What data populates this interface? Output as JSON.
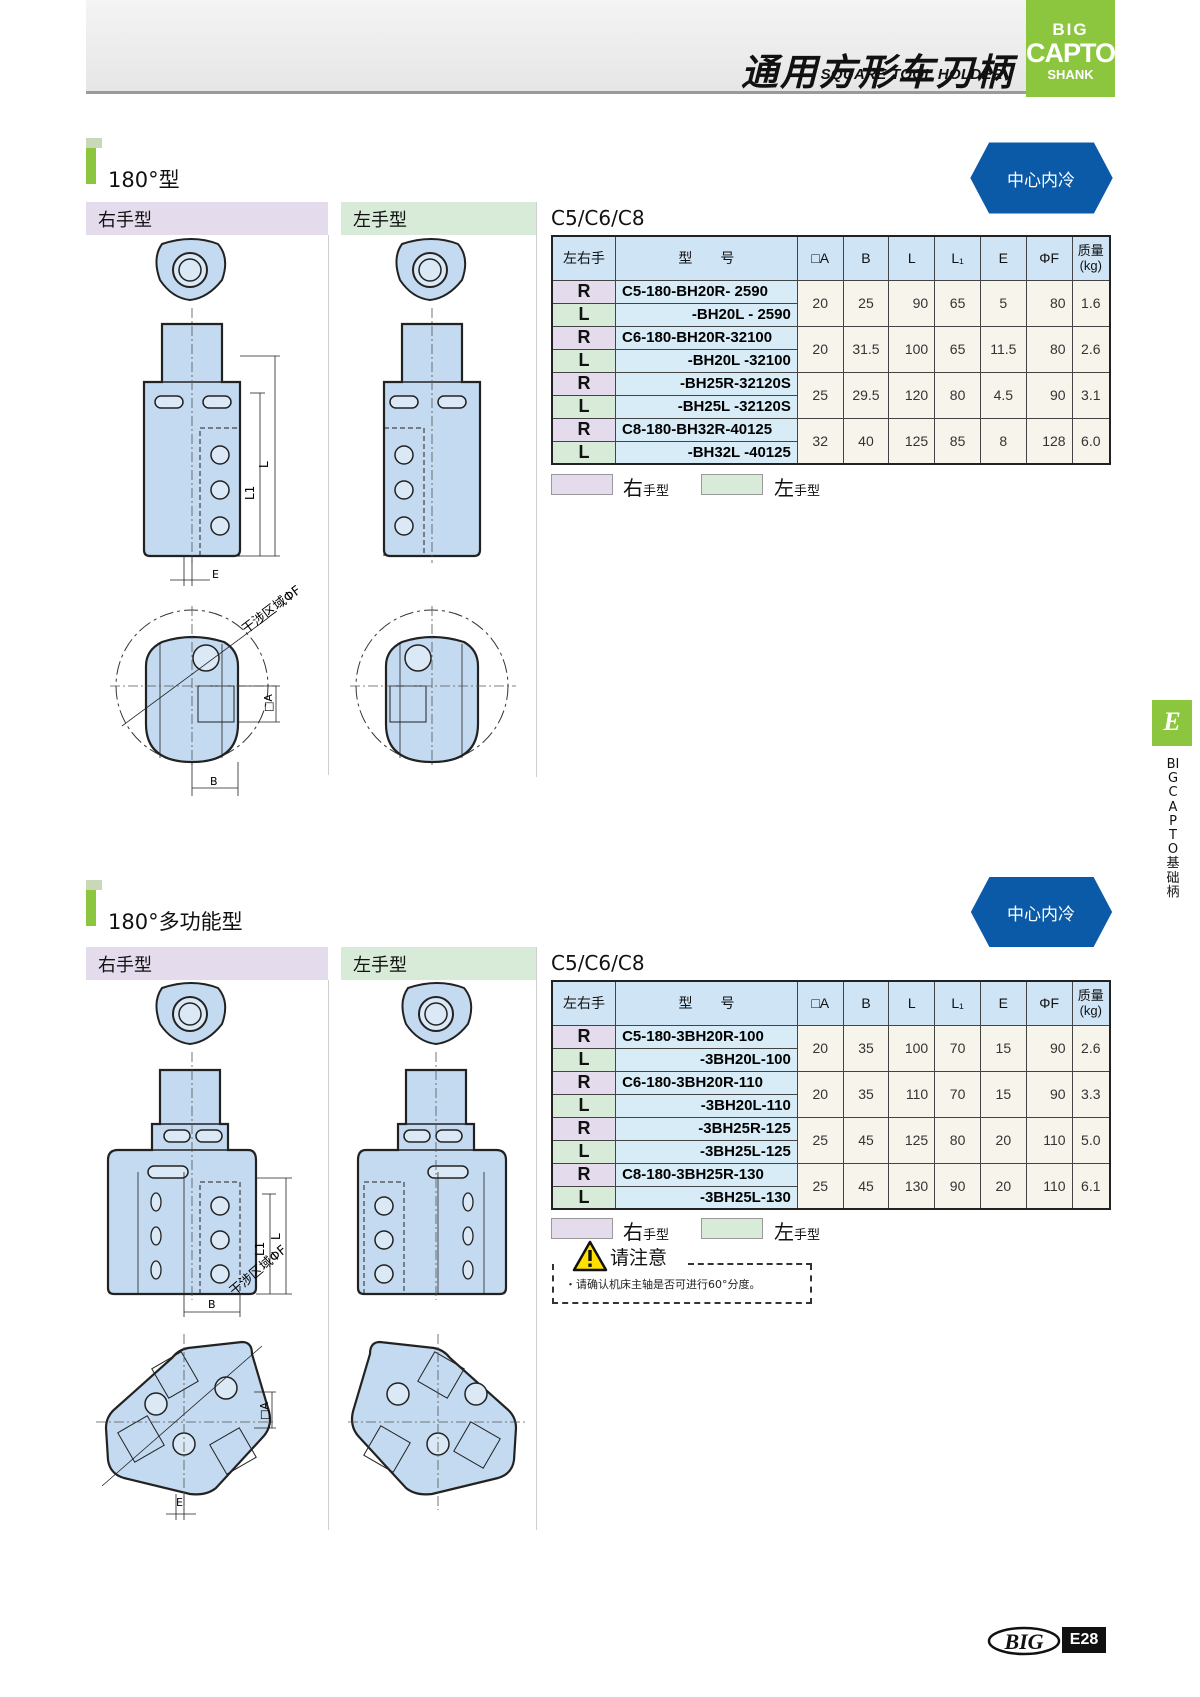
{
  "header": {
    "title_en": "SQUARE TOOL HOLDER",
    "title_zh": "通用方形车刀柄"
  },
  "badge": {
    "line1": "BIG",
    "line2": "CAPTO",
    "line3": "SHANK"
  },
  "sections": [
    {
      "title": "180°型",
      "right_label": "右手型",
      "left_label": "左手型",
      "series": "C5/C6/C8",
      "cooling": "中心内冷",
      "dims": {
        "phiF": "干涉区域ΦF",
        "A": "□A",
        "B": "B",
        "E": "E",
        "L": "L",
        "L1": "L1"
      },
      "table": {
        "headers": [
          "左右手",
          "型　　号",
          "□A",
          "B",
          "L",
          "L₁",
          "E",
          "ΦF",
          "质量",
          "(kg)"
        ],
        "groups": [
          {
            "rows": [
              [
                "R",
                "C5-180-BH20R- 2590"
              ],
              [
                "L",
                "-BH20L - 2590"
              ]
            ],
            "A": "20",
            "B": "25",
            "L": "90",
            "L1": "65",
            "E": "5",
            "F": "80",
            "mass": "1.6"
          },
          {
            "rows": [
              [
                "R",
                "C6-180-BH20R-32100"
              ],
              [
                "L",
                "-BH20L -32100"
              ]
            ],
            "A": "20",
            "B": "31.5",
            "L": "100",
            "L1": "65",
            "E": "11.5",
            "F": "80",
            "mass": "2.6"
          },
          {
            "rows": [
              [
                "R",
                "-BH25R-32120S"
              ],
              [
                "L",
                "-BH25L -32120S"
              ]
            ],
            "A": "25",
            "B": "29.5",
            "L": "120",
            "L1": "80",
            "E": "4.5",
            "F": "90",
            "mass": "3.1"
          },
          {
            "rows": [
              [
                "R",
                "C8-180-BH32R-40125"
              ],
              [
                "L",
                "-BH32L -40125"
              ]
            ],
            "A": "32",
            "B": "40",
            "L": "125",
            "L1": "85",
            "E": "8",
            "F": "128",
            "mass": "6.0"
          }
        ]
      },
      "legend": {
        "right": "右",
        "right_small": "手型",
        "left": "左",
        "left_small": "手型"
      }
    },
    {
      "title": "180°多功能型",
      "right_label": "右手型",
      "left_label": "左手型",
      "series": "C5/C6/C8",
      "cooling": "中心内冷",
      "dims": {
        "phiF": "干涉区域ΦF",
        "A": "□A",
        "B": "B",
        "E": "E",
        "L": "L",
        "L1": "L1"
      },
      "table": {
        "headers": [
          "左右手",
          "型　　号",
          "□A",
          "B",
          "L",
          "L₁",
          "E",
          "ΦF",
          "质量",
          "(kg)"
        ],
        "groups": [
          {
            "rows": [
              [
                "R",
                "C5-180-3BH20R-100"
              ],
              [
                "L",
                "-3BH20L-100"
              ]
            ],
            "A": "20",
            "B": "35",
            "L": "100",
            "L1": "70",
            "E": "15",
            "F": "90",
            "mass": "2.6"
          },
          {
            "rows": [
              [
                "R",
                "C6-180-3BH20R-110"
              ],
              [
                "L",
                "-3BH20L-110"
              ]
            ],
            "A": "20",
            "B": "35",
            "L": "110",
            "L1": "70",
            "E": "15",
            "F": "90",
            "mass": "3.3"
          },
          {
            "rows": [
              [
                "R",
                "-3BH25R-125"
              ],
              [
                "L",
                "-3BH25L-125"
              ]
            ],
            "A": "25",
            "B": "45",
            "L": "125",
            "L1": "80",
            "E": "20",
            "F": "110",
            "mass": "5.0"
          },
          {
            "rows": [
              [
                "R",
                "C8-180-3BH25R-130"
              ],
              [
                "L",
                "-3BH25L-130"
              ]
            ],
            "A": "25",
            "B": "45",
            "L": "130",
            "L1": "90",
            "E": "20",
            "F": "110",
            "mass": "6.1"
          }
        ]
      },
      "legend": {
        "right": "右",
        "right_small": "手型",
        "left": "左",
        "left_small": "手型"
      }
    }
  ],
  "caution": {
    "title": "请注意",
    "text": "・请确认机床主轴是否可进行60°分度。"
  },
  "side": {
    "letter": "E",
    "text": "BIG CAPTO基础柄"
  },
  "footer": {
    "logo": "BIG",
    "page": "E28"
  },
  "colors": {
    "green": "#8cc63f",
    "blue": "#0a5aa8",
    "part": "#c3daf0",
    "right_tint": "#e4dced",
    "left_tint": "#d8ead8"
  }
}
